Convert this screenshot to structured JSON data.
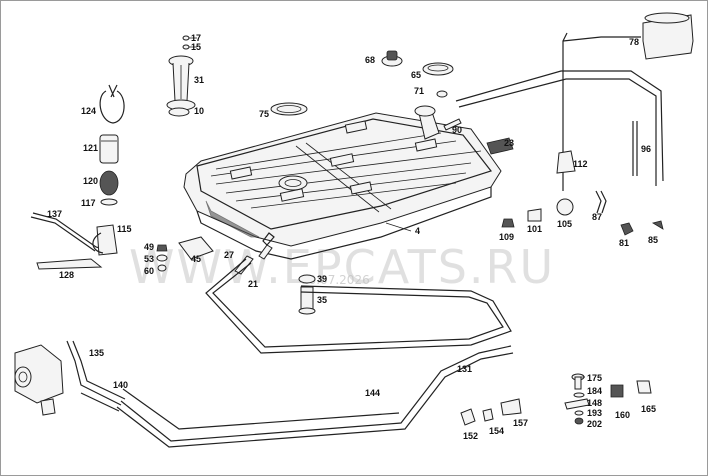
{
  "watermark": {
    "text": "WWW.EPCATS.RU",
    "date": "10.07.2026"
  },
  "labels": {
    "p4": "4",
    "p10": "10",
    "p15": "15",
    "p17": "17",
    "p21": "21",
    "p23": "23",
    "p27": "27",
    "p31": "31",
    "p35": "35",
    "p39": "39",
    "p45": "45",
    "p49": "49",
    "p53": "53",
    "p60": "60",
    "p65": "65",
    "p68": "68",
    "p71": "71",
    "p75": "75",
    "p78": "78",
    "p81": "81",
    "p85": "85",
    "p87": "87",
    "p90": "90",
    "p96": "96",
    "p101": "101",
    "p105": "105",
    "p109": "109",
    "p112": "112",
    "p115": "115",
    "p117": "117",
    "p120": "120",
    "p121": "121",
    "p124": "124",
    "p128": "128",
    "p131": "131",
    "p135": "135",
    "p137": "137",
    "p140": "140",
    "p144": "144",
    "p148": "148",
    "p152": "152",
    "p154": "154",
    "p157": "157",
    "p160": "160",
    "p165": "165",
    "p175": "175",
    "p184": "184",
    "p193": "193",
    "p202": "202"
  }
}
